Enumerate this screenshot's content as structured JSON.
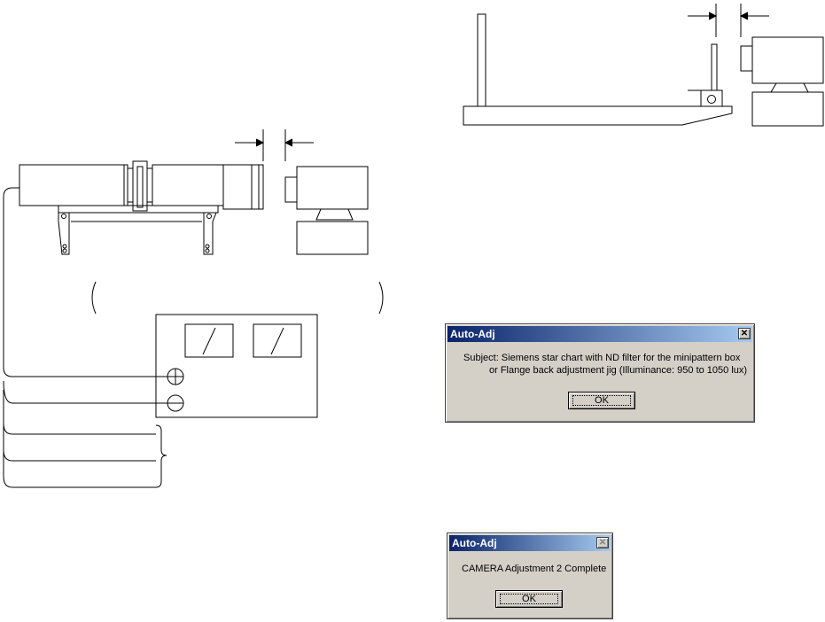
{
  "dialog1": {
    "title": "Auto-Adj",
    "close_label": "✕",
    "message_line1": "Subject: Siemens star chart with ND filter for the minipattern box",
    "message_line2": "or Flange back adjustment jig (Illuminance: 950 to 1050 lux)",
    "ok_label": "OK"
  },
  "dialog2": {
    "title": "Auto-Adj",
    "close_label": "✕",
    "message": "CAMERA Adjustment 2 Complete",
    "ok_label": "OK"
  },
  "colors": {
    "dialog_face": "#d4d0c8",
    "titlebar_start": "#0a246a",
    "titlebar_end": "#a6caf0",
    "line": "#000000"
  },
  "icons": [
    "plus-terminal-icon",
    "minus-terminal-icon",
    "close-icon",
    "meter-icon"
  ]
}
